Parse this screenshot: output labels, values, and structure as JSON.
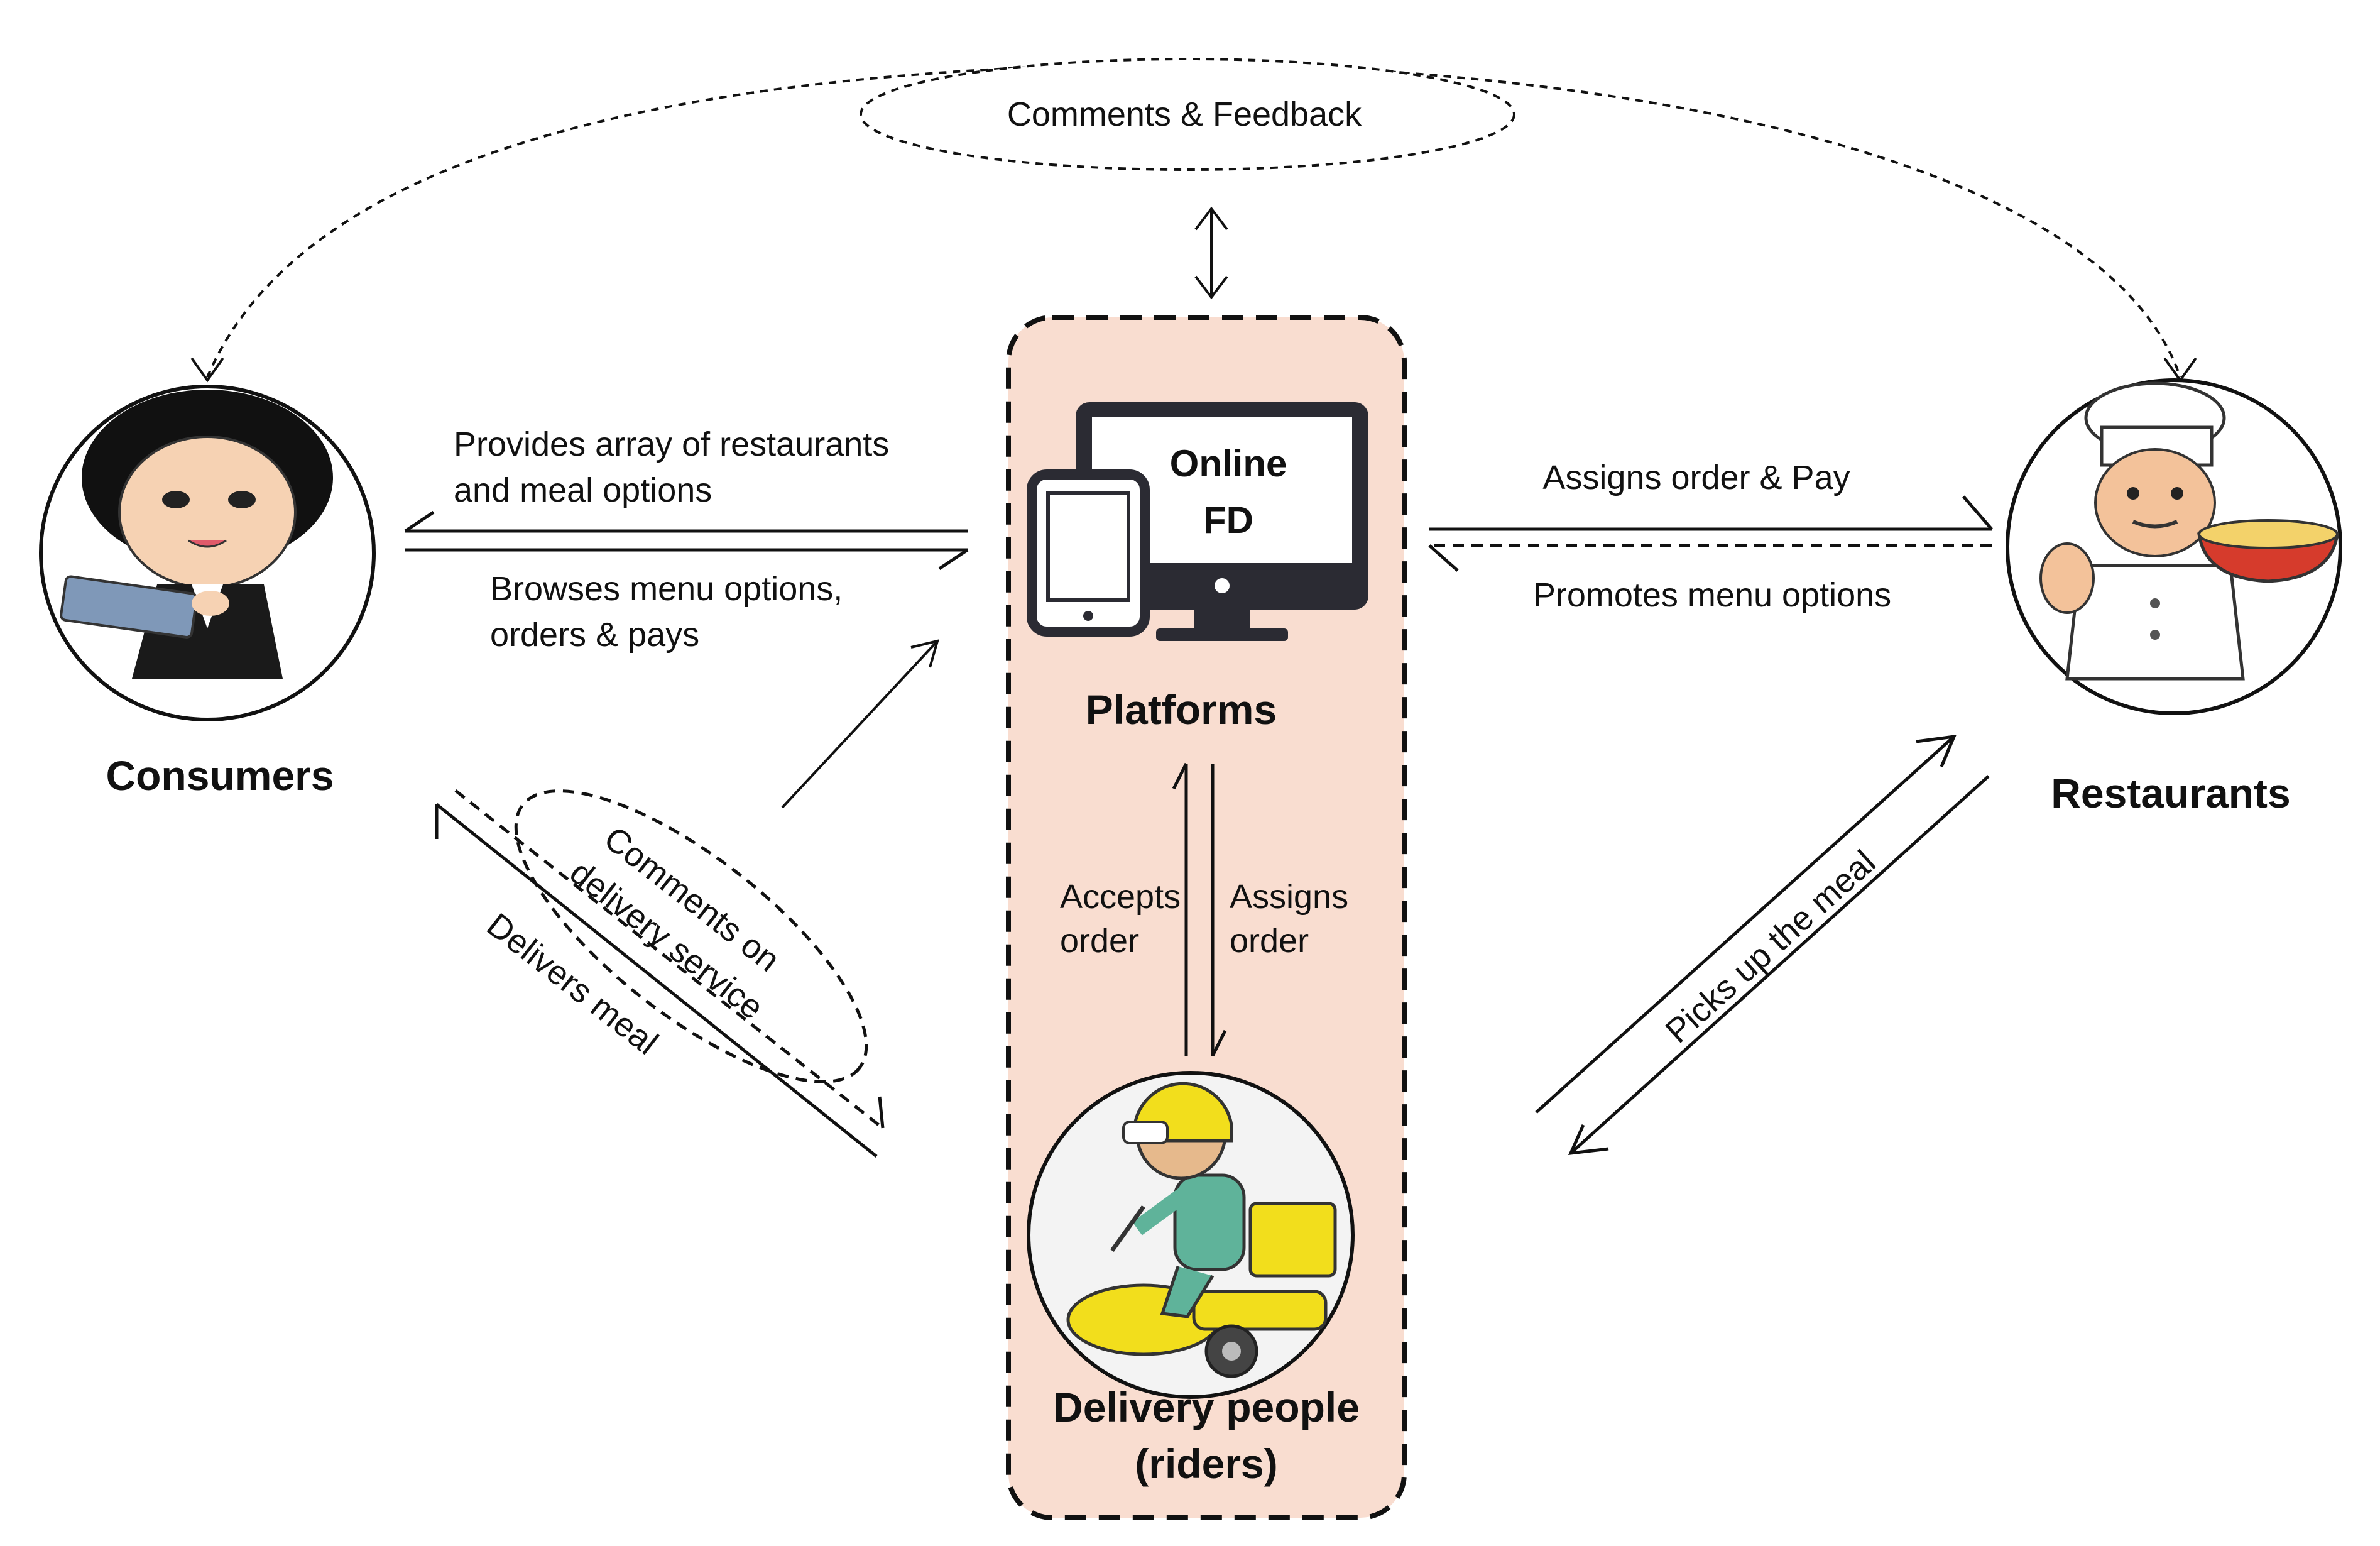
{
  "top_feedback": {
    "label": "Comments & Feedback"
  },
  "actors": {
    "consumers": {
      "label": "Consumers"
    },
    "restaurants": {
      "label": "Restaurants"
    },
    "platforms": {
      "label": "Platforms",
      "screen_line1": "Online",
      "screen_line2": "FD"
    },
    "riders": {
      "label_line1": "Delivery people",
      "label_line2": "(riders)"
    }
  },
  "flows": {
    "provides": {
      "line1": "Provides array of restaurants",
      "line2": "and meal options"
    },
    "browses": {
      "line1": "Browses menu options,",
      "line2": "orders & pays"
    },
    "assigns_pay": {
      "label": "Assigns order & Pay"
    },
    "promotes": {
      "label": "Promotes menu options"
    },
    "accepts": {
      "line1": "Accepts",
      "line2": "order"
    },
    "assigns": {
      "line1": "Assigns",
      "line2": "order"
    },
    "delivery_comments": {
      "line1": "Comments on",
      "line2": "delivery service"
    },
    "delivers": {
      "label": "Delivers meal"
    },
    "picks_up": {
      "label": "Picks up the meal"
    }
  },
  "colors": {
    "platform_fill": "#f9ddd0",
    "rider_yellow": "#f2de1c",
    "rider_green": "#5fb39a",
    "device_dark": "#2b2b33"
  }
}
